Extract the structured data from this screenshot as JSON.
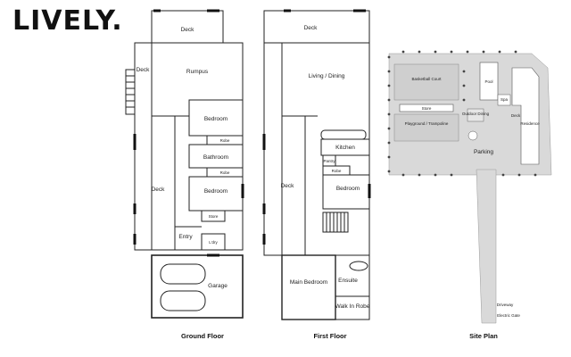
{
  "brand": {
    "logo": "LIVELY."
  },
  "ground_floor": {
    "caption": "Ground Floor",
    "rooms": {
      "deck_top": "Deck",
      "deck_left": "Deck",
      "rumpus": "Rumpus",
      "bedroom_1": "Bedroom",
      "bathroom": "Bathroom",
      "robe_1": "Robe",
      "robe_2": "Robe",
      "bedroom_2": "Bedroom",
      "deck_side": "Deck",
      "store": "Store",
      "entry": "Entry",
      "ldry": "L'dry",
      "garage": "Garage"
    }
  },
  "first_floor": {
    "caption": "First Floor",
    "rooms": {
      "deck_top": "Deck",
      "living_dining": "Living / Dining",
      "kitchen": "Kitchen",
      "pantry": "Pantry",
      "robe": "Robe",
      "bedroom": "Bedroom",
      "deck_side": "Deck",
      "main_bedroom": "Main Bedroom",
      "ensuite": "Ensuite",
      "walk_in_robe": "Walk In Robe"
    }
  },
  "site_plan": {
    "caption": "Site Plan",
    "labels": {
      "basketball": "Basketball Court",
      "pool": "Pool",
      "store": "Store",
      "playground": "Playground / Trampoline",
      "outdoor_dining": "Outdoor Dining",
      "spa": "Spa",
      "residence": "Residence",
      "deck": "Deck",
      "parking": "Parking",
      "driveway": "Driveway",
      "electric_gate": "Electric Gate"
    }
  },
  "colors": {
    "wall": "#222222",
    "site_fill": "#d9d9d9",
    "site_dark": "#bdbdbd"
  }
}
